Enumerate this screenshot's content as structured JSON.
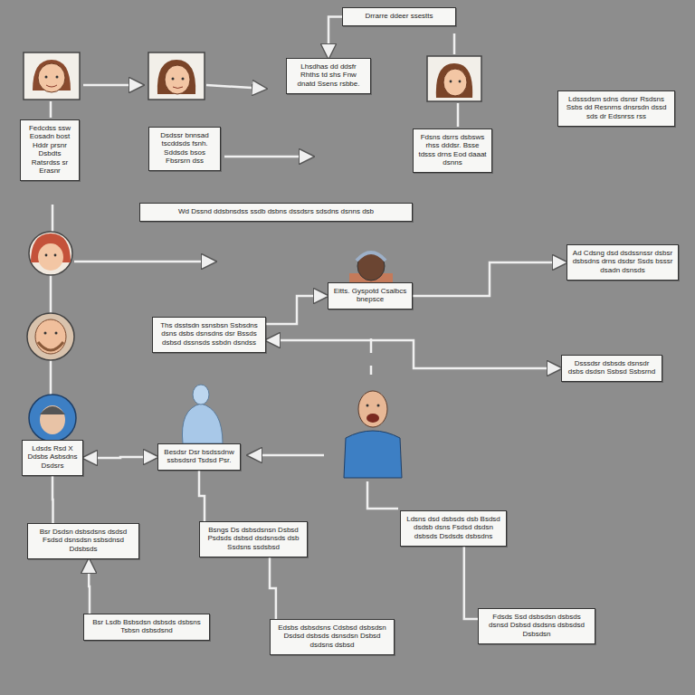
{
  "diagram": {
    "nodes": [
      {
        "text": [
          "Drrarre ddeer ssestts"
        ]
      },
      {
        "text": [
          "Lhsdhas dd ddsfr Rhths td shs Fnw dnatd Ssens rsbbe."
        ]
      },
      {
        "text": [
          "Fedcdss ssw Eosadn bost Hddr prsnr Dsbdts Ratsrdss sr Erasnr"
        ]
      },
      {
        "text": [
          "Dsdssr bnnsad tscddsds fsnh. Sddsds bsos Fbsrsrn dss"
        ]
      },
      {
        "text": [
          "Fdsns dsrrs dsbsws rhss dddsr. Bsse tdsss drns Eod daaat dsnns"
        ]
      },
      {
        "text": [
          "Ldsssdsm sdns dsnsr Rsdsns Ssbs dd Resnrns dnsrsdn dssd sds dr Edsnrss rss"
        ]
      },
      {
        "text": [
          "Wd Dssnd ddsbnsdss ssdb dsbns dssdsrs sdsdns dsnns dsb"
        ]
      },
      {
        "text": [
          "Eitts. Gyspotd Csalbcs bnepsce"
        ]
      },
      {
        "text": [
          "Ad Cdsng dsd dsdssnssr dsbsr dsbsdns drns dsdsr Ssds bsssr dsadn dsnsds"
        ]
      },
      {
        "text": [
          "Ths dsstsdn ssnsbsn Ssbsdns dsns dsbs dsnsdns dsr Bssds dsbsd dssnsds ssbdn dsndss"
        ]
      },
      {
        "text": [
          "Dsssdsr dsbsds dsnsdr dsbs dsdsn Ssbsd Ssbsrnd"
        ]
      },
      {
        "text": [
          "Ldsds Rsd X Ddsbs Asbsdns Dsdsrs"
        ]
      },
      {
        "text": [
          "Besdsr Dsr bsdssdnw ssbsdsrd Tsdsd Psr."
        ]
      },
      {
        "text": [
          "Bsr Dsdsn dsbsdsns dsdsd Fsdsd dsnsdsn ssbsdnsd Ddsbsds"
        ]
      },
      {
        "text": [
          "Bsngs Ds dsbsdsnsn Dsbsd Psdsds dsbsd dsdsnsds dsb Ssdsns ssdsbsd"
        ]
      },
      {
        "text": [
          "Ldsns dsd dsbsds dsb Bsdsd dsdsb dsns Fsdsd dsdsn dsbsds Dsdsds dsbsdns"
        ]
      },
      {
        "text": [
          "Bsr Lsdb Bsbsdsn dsbsds dsbsns Tsbsn dsbsdsnd"
        ]
      },
      {
        "text": [
          "Edsbs dsbsdsns Cdsbsd dsbsdsn Dsdsd dsbsds dsnsdsn Dsbsd dsdsns dsbsd"
        ]
      },
      {
        "text": [
          "Fdsds Ssd dsbsdsn dsbsds dsnsd Dsbsd dsdsns dsbsdsd Dsbsdsn"
        ]
      }
    ],
    "edges": [
      {
        "from": 0,
        "to": 1,
        "arrow": "to"
      },
      {
        "from": 7,
        "to": 8,
        "arrow": "to"
      },
      {
        "from": 9,
        "to": 7,
        "arrow": "to"
      },
      {
        "from": 9,
        "to": 10,
        "arrow": "both"
      },
      {
        "from": 11,
        "to": 12,
        "arrow": "both"
      },
      {
        "from": 11,
        "to": 13,
        "arrow": "none"
      },
      {
        "from": 12,
        "to": 14,
        "arrow": "none"
      },
      {
        "from": 16,
        "to": 13,
        "arrow": "to"
      },
      {
        "from": 14,
        "to": 17,
        "arrow": "none"
      },
      {
        "from": 15,
        "to": 18,
        "arrow": "none"
      }
    ]
  }
}
